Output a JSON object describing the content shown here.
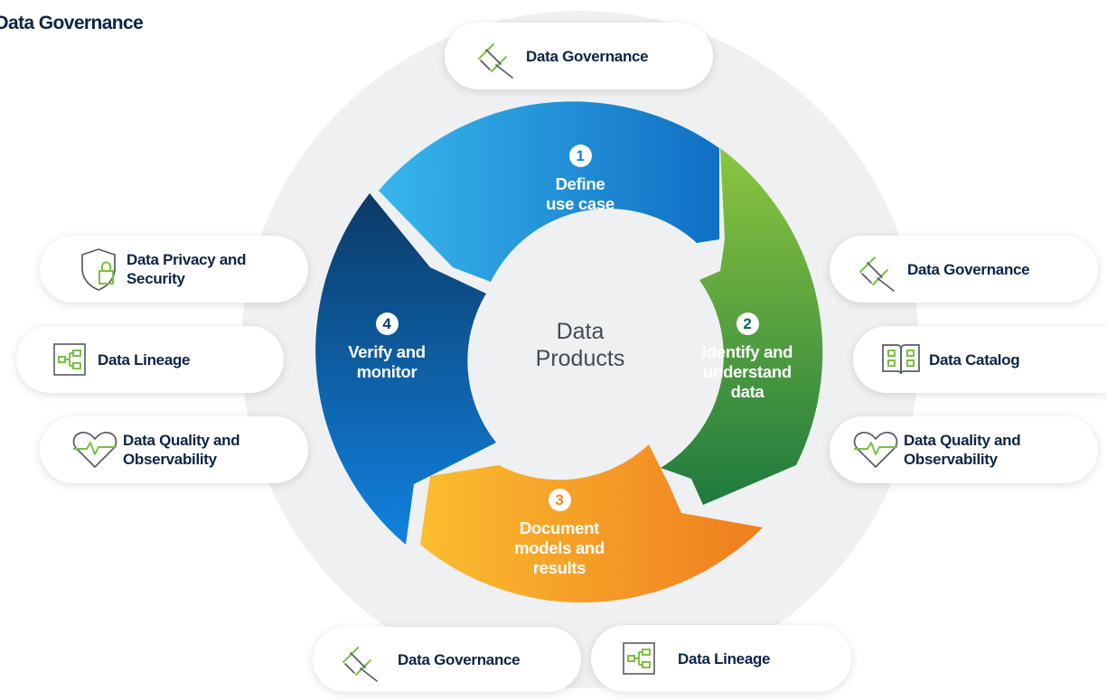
{
  "page_title": "prise Data Governance",
  "center_label_line1": "Data",
  "center_label_line2": "Products",
  "cycle": [
    {
      "number": "1",
      "line1": "Define",
      "line2": "use case",
      "line3": "",
      "color": "#1f8fd6",
      "num_color": "#1582d0"
    },
    {
      "number": "2",
      "line1": "Identify and",
      "line2": "understand",
      "line3": "data",
      "color": "#4cae2b",
      "num_color": "#0f6b45"
    },
    {
      "number": "3",
      "line1": "Document",
      "line2": "models and",
      "line3": "results",
      "color": "#f5a524",
      "num_color": "#ee8a21"
    },
    {
      "number": "4",
      "line1": "Verify and",
      "line2": "monitor",
      "line3": "",
      "color": "#0d4f8f",
      "num_color": "#0b3f73"
    }
  ],
  "capabilities": {
    "top": {
      "label": "Data Governance",
      "icon": "gavel-icon"
    },
    "left": [
      {
        "line1": "Data Privacy and",
        "line2": "Security",
        "icon": "shield-lock-icon"
      },
      {
        "line1": "Data Lineage",
        "line2": "",
        "icon": "lineage-icon"
      },
      {
        "line1": "Data Quality and",
        "line2": "Observability",
        "icon": "heart-pulse-icon"
      }
    ],
    "right": [
      {
        "line1": "Data Governance",
        "line2": "",
        "icon": "gavel-icon"
      },
      {
        "line1": "Data Catalog",
        "line2": "",
        "icon": "book-icon"
      },
      {
        "line1": "Data Quality and",
        "line2": "Observability",
        "icon": "heart-pulse-icon"
      }
    ],
    "bottom": [
      {
        "label": "Data Governance",
        "icon": "gavel-icon"
      },
      {
        "label": "Data Lineage",
        "icon": "lineage-icon"
      }
    ]
  },
  "colors": {
    "icon_green": "#7bc142",
    "icon_gray": "#555c66",
    "ring_bg": "#eef0f2",
    "title": "#0b2447"
  }
}
